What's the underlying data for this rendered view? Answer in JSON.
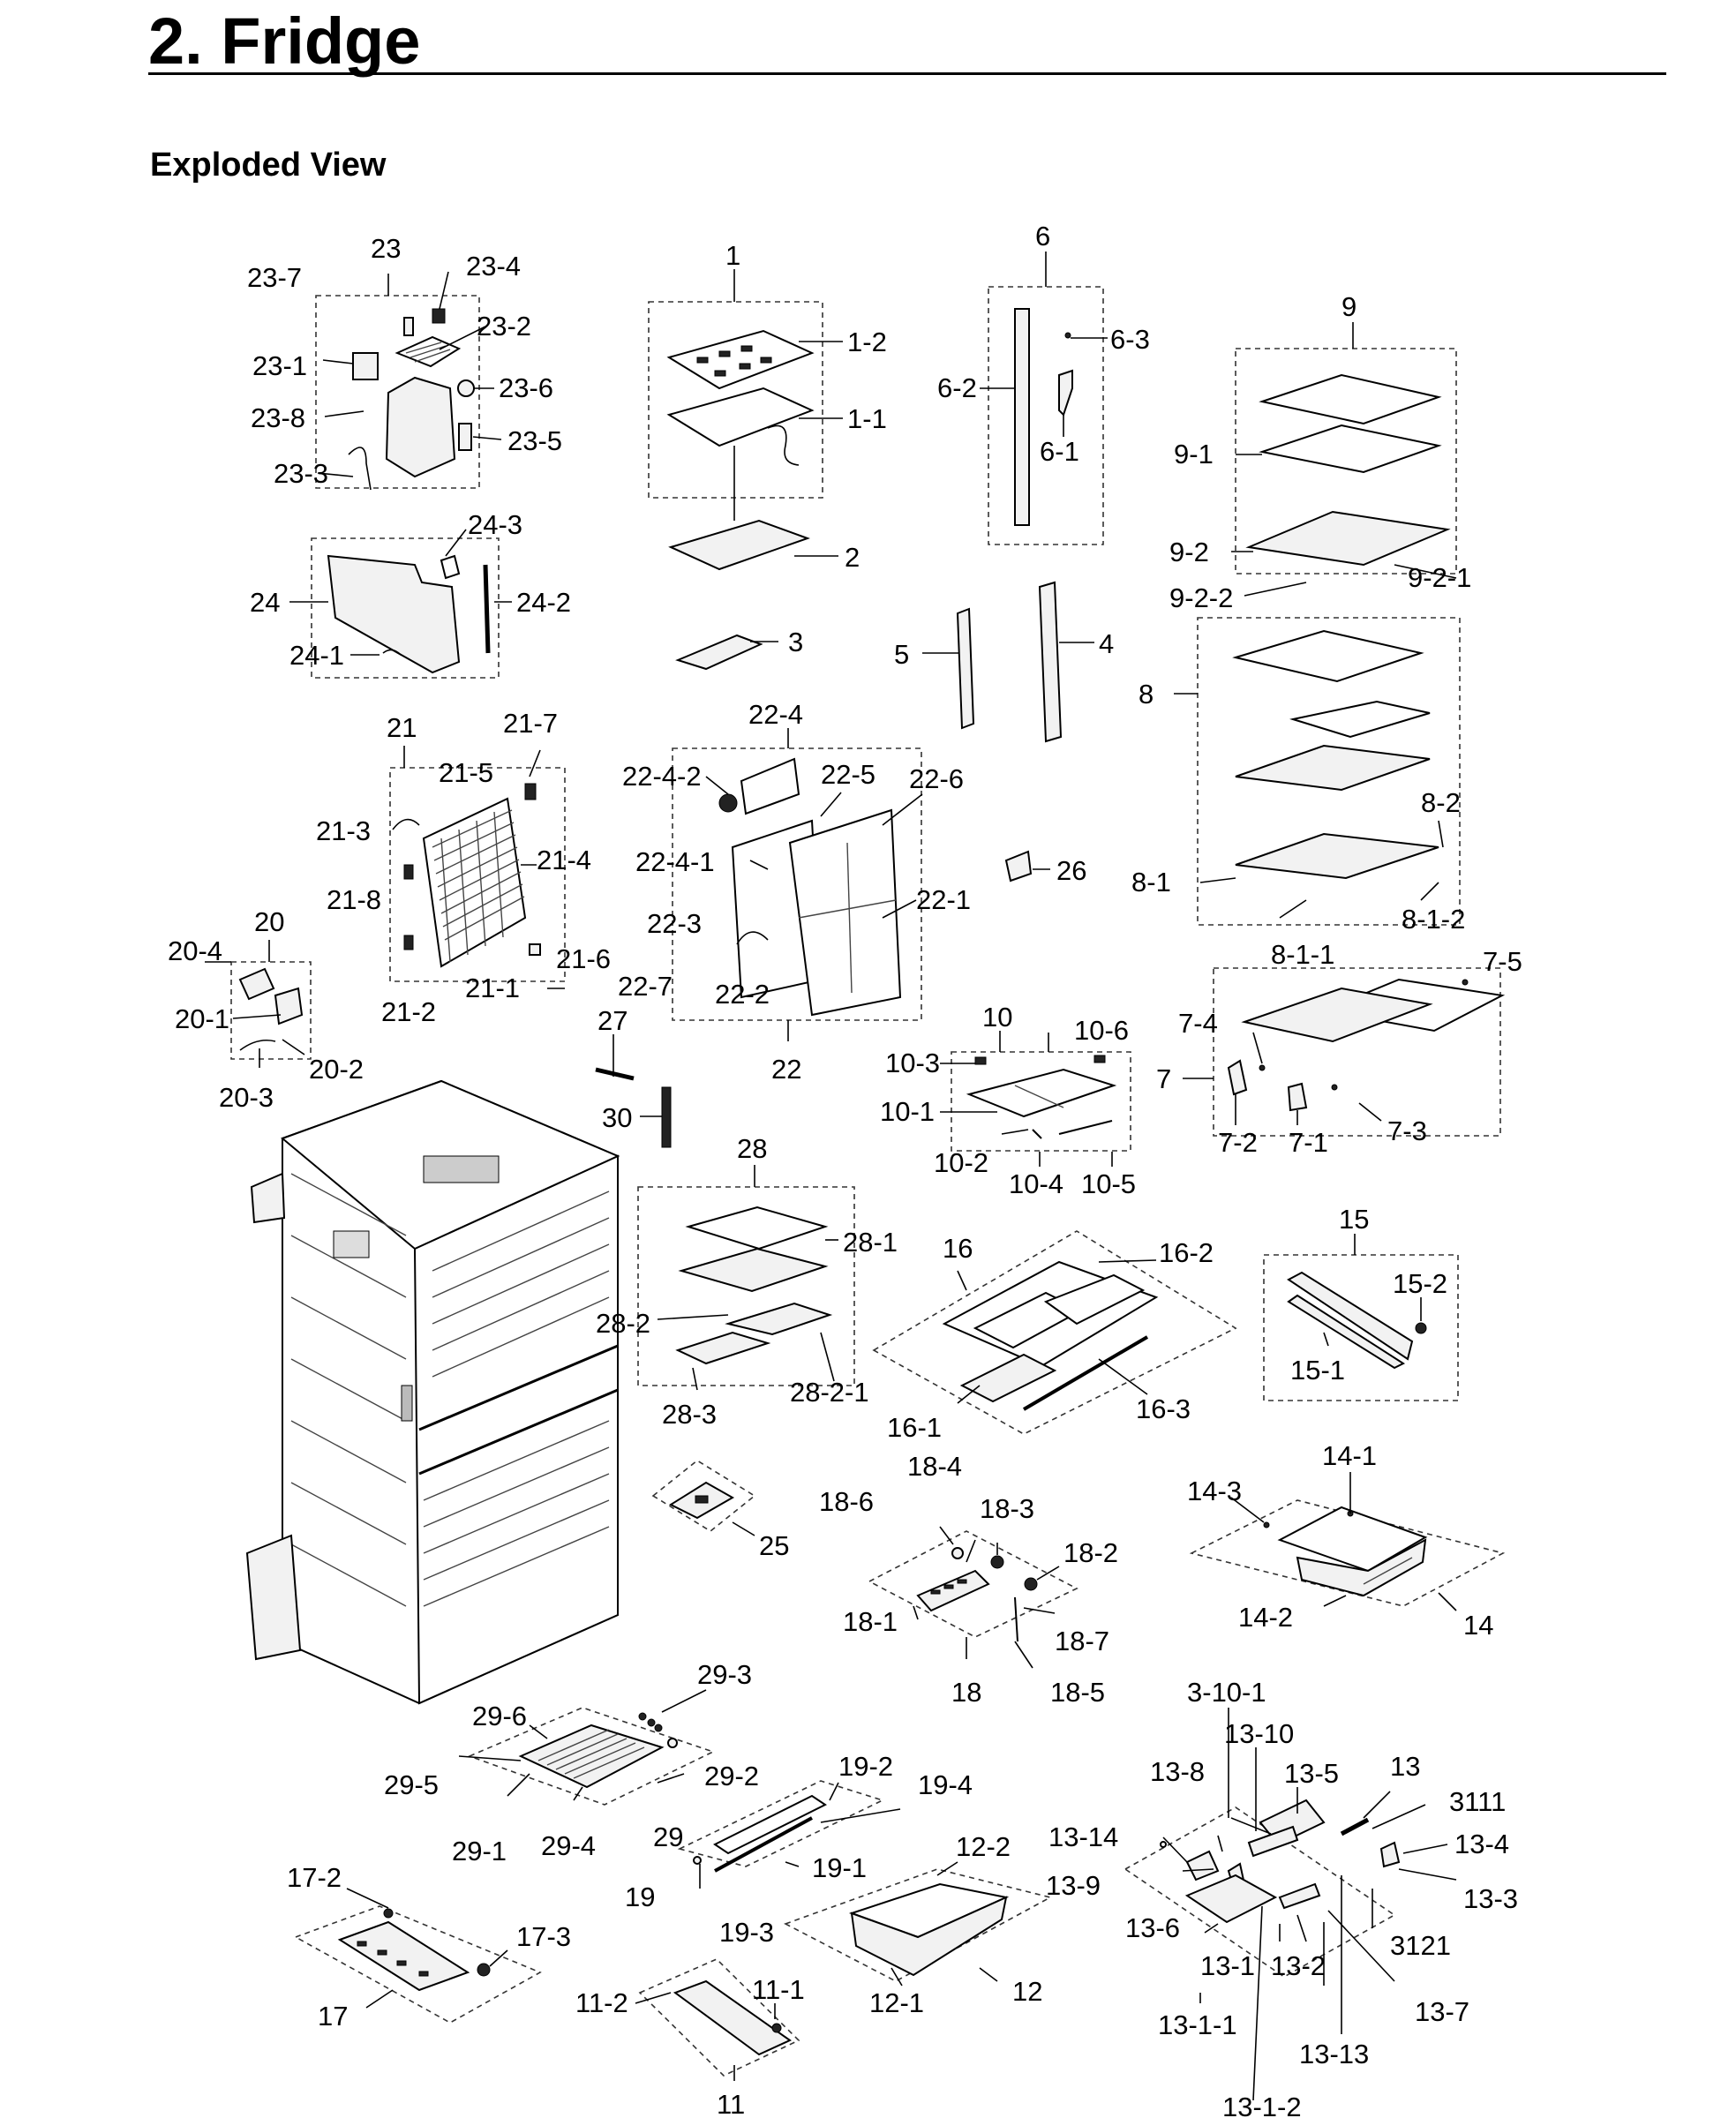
{
  "page": {
    "title": "2. Fridge",
    "section": "Exploded View"
  },
  "labels": {
    "l1": "1",
    "l1_1": "1-1",
    "l1_2": "1-2",
    "l2": "2",
    "l3": "3",
    "l4": "4",
    "l5": "5",
    "l6": "6",
    "l6_1": "6-1",
    "l6_2": "6-2",
    "l6_3": "6-3",
    "l7": "7",
    "l7_1": "7-1",
    "l7_2": "7-2",
    "l7_3": "7-3",
    "l7_4": "7-4",
    "l7_5": "7-5",
    "l8": "8",
    "l8_1": "8-1",
    "l8_1_1": "8-1-1",
    "l8_1_2": "8-1-2",
    "l8_2": "8-2",
    "l9": "9",
    "l9_1": "9-1",
    "l9_2": "9-2",
    "l9_2_1": "9-2-1",
    "l9_2_2": "9-2-2",
    "l10": "10",
    "l10_1": "10-1",
    "l10_2": "10-2",
    "l10_3": "10-3",
    "l10_4": "10-4",
    "l10_5": "10-5",
    "l10_6": "10-6",
    "l11": "11",
    "l11_1": "11-1",
    "l11_2": "11-2",
    "l12": "12",
    "l12_1": "12-1",
    "l12_2": "12-2",
    "l13": "13",
    "l13_1": "13-1",
    "l13_1_1": "13-1-1",
    "l13_1_2": "13-1-2",
    "l13_2": "13-2",
    "l13_3": "13-3",
    "l13_4": "13-4",
    "l13_5": "13-5",
    "l13_6": "13-6",
    "l13_7": "13-7",
    "l13_8": "13-8",
    "l13_9": "13-9",
    "l13_10": "13-10",
    "l13_13": "13-13",
    "l13_14": "13-14",
    "l3_10_1": "3-10-1",
    "l3111": "3111",
    "l3121": "3121",
    "l14": "14",
    "l14_1": "14-1",
    "l14_2": "14-2",
    "l14_3": "14-3",
    "l15": "15",
    "l15_1": "15-1",
    "l15_2": "15-2",
    "l16": "16",
    "l16_1": "16-1",
    "l16_2": "16-2",
    "l16_3": "16-3",
    "l17": "17",
    "l17_2": "17-2",
    "l17_3": "17-3",
    "l18": "18",
    "l18_1": "18-1",
    "l18_2": "18-2",
    "l18_3": "18-3",
    "l18_4": "18-4",
    "l18_5": "18-5",
    "l18_6": "18-6",
    "l18_7": "18-7",
    "l19": "19",
    "l19_1": "19-1",
    "l19_2": "19-2",
    "l19_3": "19-3",
    "l19_4": "19-4",
    "l20": "20",
    "l20_1": "20-1",
    "l20_2": "20-2",
    "l20_3": "20-3",
    "l20_4": "20-4",
    "l21": "21",
    "l21_1": "21-1",
    "l21_2": "21-2",
    "l21_3": "21-3",
    "l21_4": "21-4",
    "l21_5": "21-5",
    "l21_6": "21-6",
    "l21_7": "21-7",
    "l21_8": "21-8",
    "l22": "22",
    "l22_1": "22-1",
    "l22_2": "22-2",
    "l22_3": "22-3",
    "l22_4": "22-4",
    "l22_4_1": "22-4-1",
    "l22_4_2": "22-4-2",
    "l22_5": "22-5",
    "l22_6": "22-6",
    "l22_7": "22-7",
    "l23": "23",
    "l23_1": "23-1",
    "l23_2": "23-2",
    "l23_3": "23-3",
    "l23_4": "23-4",
    "l23_5": "23-5",
    "l23_6": "23-6",
    "l23_7": "23-7",
    "l23_8": "23-8",
    "l24": "24",
    "l24_1": "24-1",
    "l24_2": "24-2",
    "l24_3": "24-3",
    "l25": "25",
    "l26": "26",
    "l27": "27",
    "l28": "28",
    "l28_1": "28-1",
    "l28_2": "28-2",
    "l28_2_1": "28-2-1",
    "l28_3": "28-3",
    "l29": "29",
    "l29_1": "29-1",
    "l29_2": "29-2",
    "l29_3": "29-3",
    "l29_4": "29-4",
    "l29_5": "29-5",
    "l29_6": "29-6",
    "l30": "30"
  }
}
